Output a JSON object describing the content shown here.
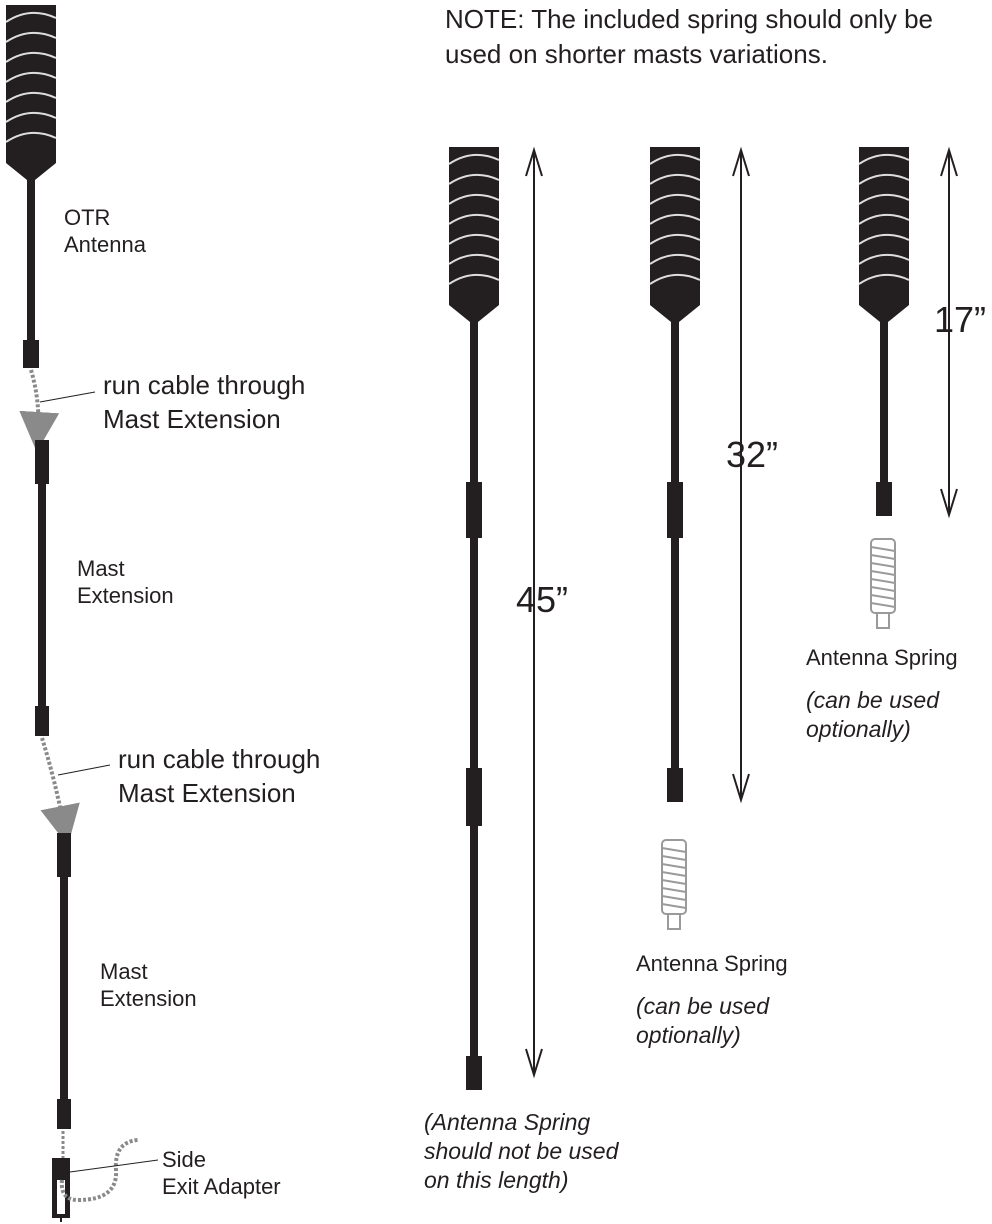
{
  "note": "NOTE:  The included spring should only be used on shorter masts variations.",
  "left_assembly": {
    "antenna_label": [
      "OTR",
      "Antenna"
    ],
    "cable_note_1": [
      "run cable through",
      "Mast Extension"
    ],
    "mast_label_1": [
      "Mast",
      "Extension"
    ],
    "cable_note_2": [
      "run cable through",
      "Mast Extension"
    ],
    "mast_label_2": [
      "Mast",
      "Extension"
    ],
    "adapter_label": [
      "Side",
      "Exit Adapter"
    ]
  },
  "configurations": [
    {
      "height": "45”",
      "note": [
        "(Antenna Spring",
        "should not be used",
        "on this length)"
      ]
    },
    {
      "height": "32”",
      "spring_label": "Antenna Spring",
      "spring_note": [
        "(can be used",
        "optionally)"
      ]
    },
    {
      "height": "17”",
      "spring_label": "Antenna Spring",
      "spring_note": [
        "(can be used",
        "optionally)"
      ]
    }
  ],
  "colors": {
    "ink": "#231f20",
    "cable": "#8a8a8a",
    "spring": "#9a9a9a"
  }
}
